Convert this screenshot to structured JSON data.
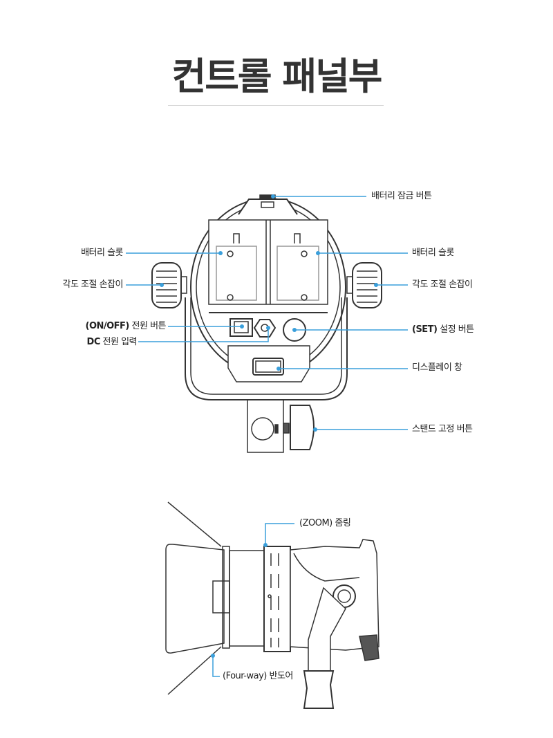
{
  "page": {
    "title": "컨트롤 패널부"
  },
  "colors": {
    "leader": "#3a9fdb",
    "line_art": "#333333"
  },
  "front_view": {
    "labels": {
      "battery_lock": "배터리 잠금 버튼",
      "battery_slot_left": "배터리 슬롯",
      "battery_slot_right": "배터리 슬롯",
      "angle_knob_left": "각도 조절 손잡이",
      "angle_knob_right": "각도 조절 손잡이",
      "power_button_prefix": "(ON/OFF)",
      "power_button_suffix": "전원 버튼",
      "dc_input_prefix": "DC",
      "dc_input_suffix": "전원 입력",
      "set_button_prefix": "(SET)",
      "set_button_suffix": "설정 버튼",
      "display": "디스플레이 창",
      "stand_lock": "스탠드 고정 버튼"
    }
  },
  "side_view": {
    "labels": {
      "zoom_ring_prefix": "(ZOOM)",
      "zoom_ring_suffix": "줌링",
      "barn_door_prefix": "(Four-way)",
      "barn_door_suffix": "반도어"
    }
  }
}
